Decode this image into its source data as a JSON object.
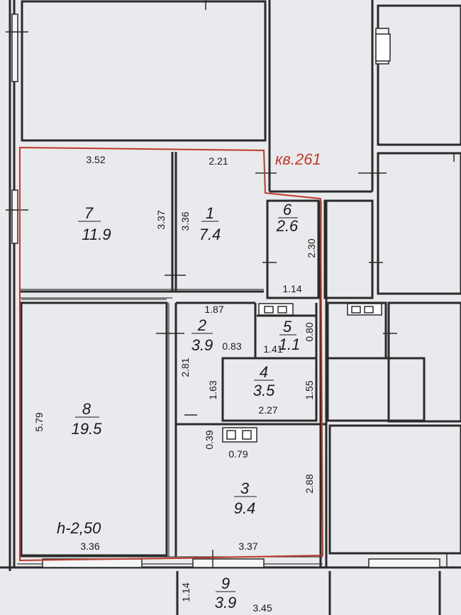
{
  "apartment": {
    "label": "кв.261"
  },
  "ceiling_height": "h-2,50",
  "rooms": [
    {
      "id": "1",
      "area": "7.4"
    },
    {
      "id": "2",
      "area": "3.9"
    },
    {
      "id": "3",
      "area": "9.4"
    },
    {
      "id": "4",
      "area": "3.5"
    },
    {
      "id": "5",
      "area": "1.1"
    },
    {
      "id": "6",
      "area": "2.6"
    },
    {
      "id": "7",
      "area": "11.9"
    },
    {
      "id": "8",
      "area": "19.5"
    },
    {
      "id": "9",
      "area": "3.9"
    }
  ],
  "dimensions": {
    "r7_top": "3.52",
    "r7_side": "3.37",
    "r1_top": "2.21",
    "r1_side": "3.36",
    "r6_side": "2.30",
    "r6_bottom": "1.14",
    "r2_top": "1.87",
    "r2_right": "0.83",
    "r2_side": "2.81",
    "r5_left": "1.41",
    "r5_right": "0.80",
    "r4_left": "1.63",
    "r4_right": "1.55",
    "r4_bottom": "2.27",
    "r8_side": "5.79",
    "r8_bottom": "3.36",
    "r3_left": "0.39",
    "r3_niche": "0.79",
    "r3_side": "2.88",
    "r3_bottom": "3.37",
    "r9_side": "1.14",
    "r9_bottom": "3.45"
  },
  "colors": {
    "wall": "#2a2a2a",
    "outline": "#c0392b",
    "paper": "#e9eaed",
    "text": "#1a1a1a"
  }
}
